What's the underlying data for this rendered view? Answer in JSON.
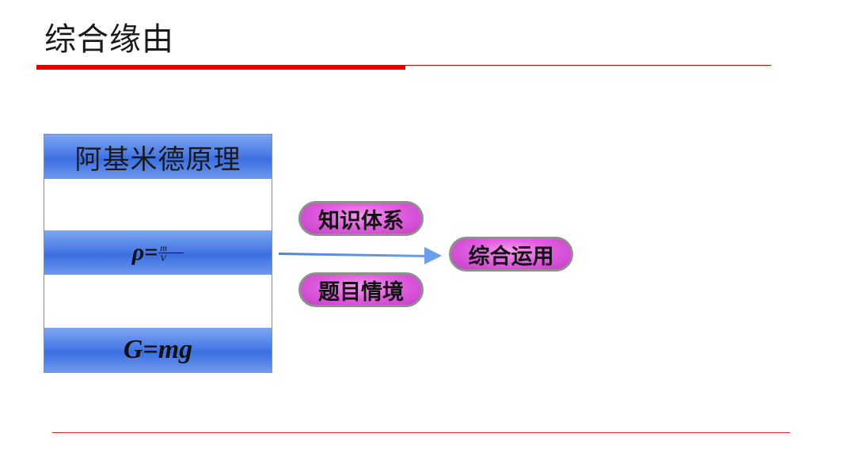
{
  "slide": {
    "title": "综合缘由"
  },
  "stack": {
    "header": "阿基米德原理",
    "formula_density": {
      "lhs": "ρ=",
      "numerator": "m",
      "denominator": "V"
    },
    "formula_gravity": "G=mg"
  },
  "pills": {
    "knowledge": "知识体系",
    "scenario": "题目情境",
    "apply": "综合运用"
  },
  "colors": {
    "accent_red": "#e00000",
    "band_blue": "#4a7be6",
    "pill_magenta": "#e25ee0",
    "arrow_blue": "#5b8fdc"
  }
}
